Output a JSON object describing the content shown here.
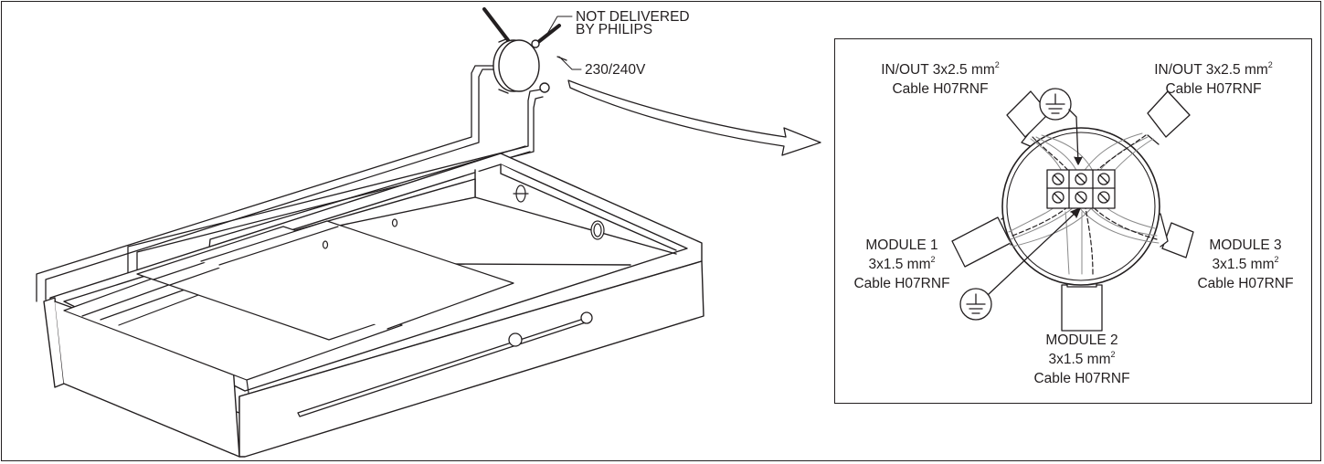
{
  "supply": {
    "note_line1": "NOT DELIVERED",
    "note_line2": "BY PHILIPS",
    "voltage": "230/240V"
  },
  "detail": {
    "in_out_left": {
      "title": "IN/OUT 3x2.5 mm",
      "sup": "2",
      "cable": "Cable H07RNF"
    },
    "in_out_right": {
      "title": "IN/OUT 3x2.5 mm",
      "sup": "2",
      "cable": "Cable H07RNF"
    },
    "module_1": {
      "title": "MODULE 1",
      "spec": "3x1.5 mm",
      "sup": "2",
      "cable": "Cable H07RNF"
    },
    "module_2": {
      "title": "MODULE 2",
      "spec": "3x1.5 mm",
      "sup": "2",
      "cable": "Cable H07RNF"
    },
    "module_3": {
      "title": "MODULE 3",
      "spec": "3x1.5 mm",
      "sup": "2",
      "cable": "Cable H07RNF"
    }
  },
  "icons": {
    "ground_top": "earth-ground-icon",
    "ground_bottom": "earth-ground-icon"
  },
  "colors": {
    "line": "#231f20",
    "background": "#ffffff"
  }
}
